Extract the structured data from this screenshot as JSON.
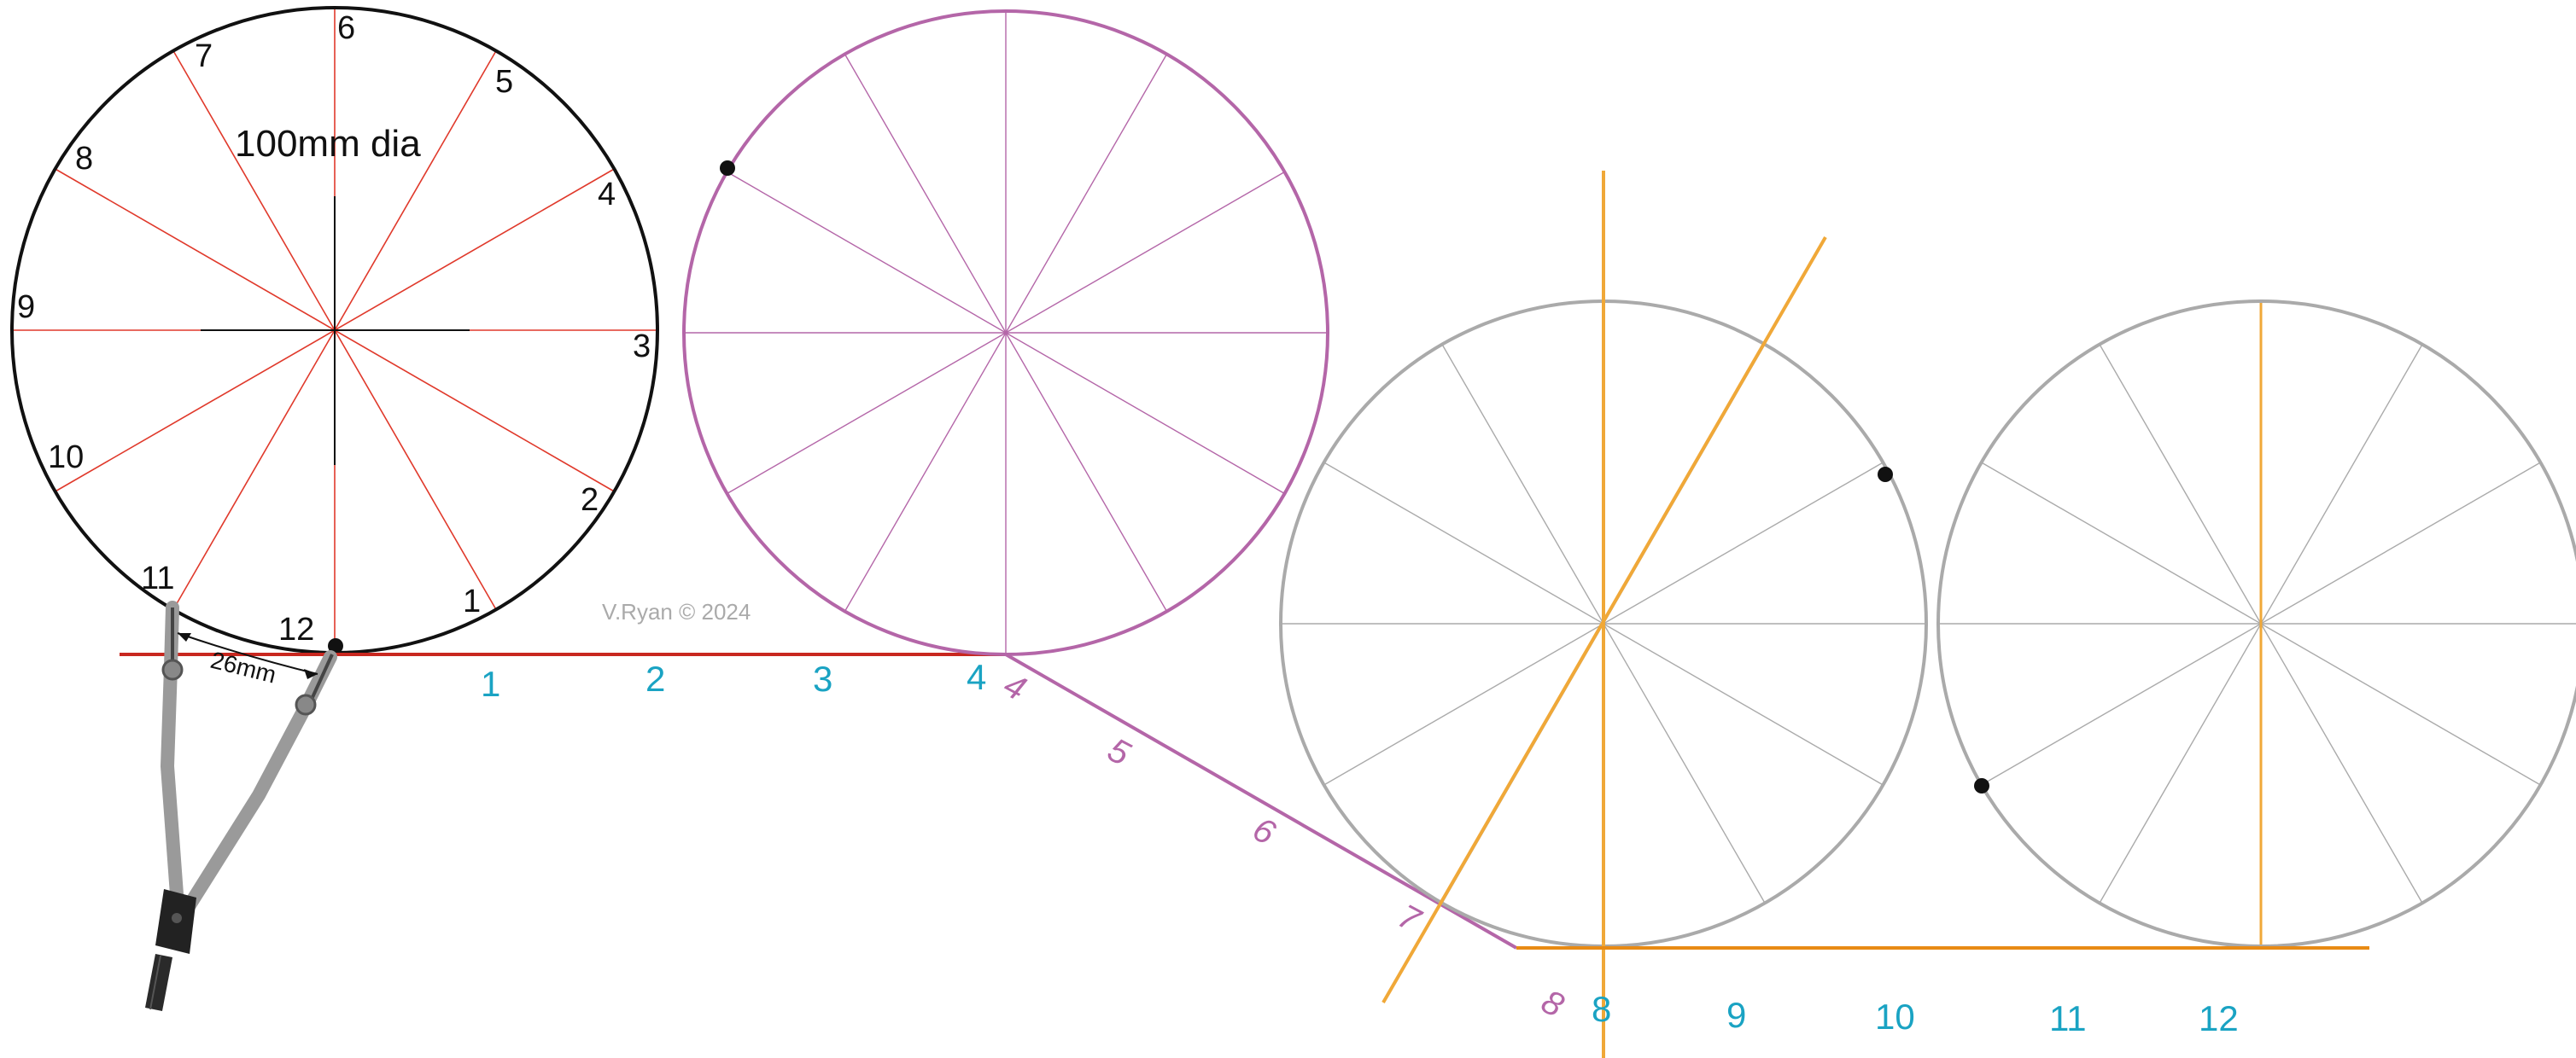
{
  "diagram": {
    "title": "100mm dia",
    "compass_setting": "26mm",
    "credit": "V.Ryan © 2024",
    "circle_numbers": [
      "6",
      "7",
      "5",
      "8",
      "4",
      "9",
      "3",
      "10",
      "2",
      "11",
      "12",
      "1"
    ],
    "baseline_numbers": [
      "1",
      "2",
      "3",
      "4",
      "8",
      "9",
      "10",
      "11",
      "12"
    ],
    "incline_numbers": [
      "4",
      "5",
      "6",
      "7",
      "8"
    ],
    "colors": {
      "first_circle": "#111111",
      "division_lines": "#e0392b",
      "baseline": "#c8271f",
      "second_circle": "#b466a8",
      "third_circle": "#aaaaaa",
      "construction": "#f0a838",
      "blue_numbers": "#1aa3c3",
      "pink_numbers": "#b466a8",
      "compass": "#999999"
    }
  }
}
